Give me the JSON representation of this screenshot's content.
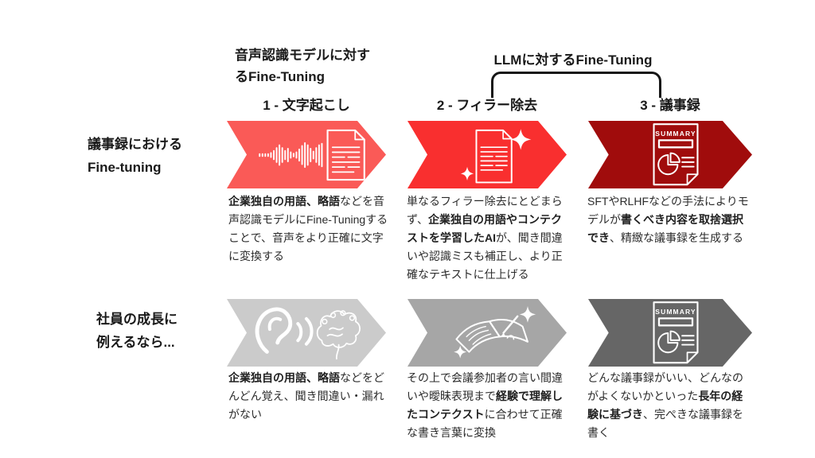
{
  "group_headers": {
    "asr": {
      "line1": "音声認識モデルに対す",
      "line2": "るFine-Tuning"
    },
    "llm": "LLMに対するFine-Tuning"
  },
  "steps": [
    "1 - 文字起こし",
    "2 - フィラー除去",
    "3 - 議事録"
  ],
  "row_labels": {
    "top": {
      "line1": "議事録における",
      "line2": "Fine-tuning"
    },
    "bottom": {
      "line1": "社員の成長に",
      "line2": "例えるなら..."
    }
  },
  "colors": {
    "arrow_r1c1": "#FA5A57",
    "arrow_r1c2": "#F92F2F",
    "arrow_r1c3": "#A00C0C",
    "arrow_r2c1": "#CBCBCB",
    "arrow_r2c2": "#A6A6A6",
    "arrow_r2c3": "#666666"
  },
  "icons": {
    "r1c1": "waveform-and-document-icon",
    "r1c2": "document-sparkles-icon",
    "r1c3": "summary-report-icon",
    "r2c1": "ear-and-brain-icon",
    "r2c2": "book-writing-icon",
    "r2c3": "summary-report-icon"
  },
  "summary_label": "SUMMARY",
  "descriptions": {
    "r1c1": [
      {
        "t": "企業独自の用語、略語",
        "b": true
      },
      {
        "t": "などを音声認識モデルにFine-Tuningすることで、音声をより正確に文字に変換する"
      }
    ],
    "r1c2": [
      {
        "t": "単なるフィラー除去にとどまらず、"
      },
      {
        "t": "企業独自の用語やコンテクストを学習したAI",
        "b": true
      },
      {
        "t": "が、聞き間違いや認識ミスも補正し、より正確なテキストに仕上げる"
      }
    ],
    "r1c3": [
      {
        "t": "SFTやRLHFなどの手法によりモデルが"
      },
      {
        "t": "書くべき内容を取捨選択でき",
        "b": true
      },
      {
        "t": "、精緻な議事録を生成する"
      }
    ],
    "r2c1": [
      {
        "t": "企業独自の用語、略語",
        "b": true
      },
      {
        "t": "などをどんどん覚え、聞き間違い・漏れがない"
      }
    ],
    "r2c2": [
      {
        "t": "その上で会議参加者の言い間違いや曖昧表現まで"
      },
      {
        "t": "経験で理解したコンテクスト",
        "b": true
      },
      {
        "t": "に合わせて正確な書き言葉に変換"
      }
    ],
    "r2c3": [
      {
        "t": "どんな議事録がいい、どんなのがよくないかといった"
      },
      {
        "t": "長年の経験に基づき",
        "b": true
      },
      {
        "t": "、完ぺきな議事録を書く"
      }
    ]
  }
}
